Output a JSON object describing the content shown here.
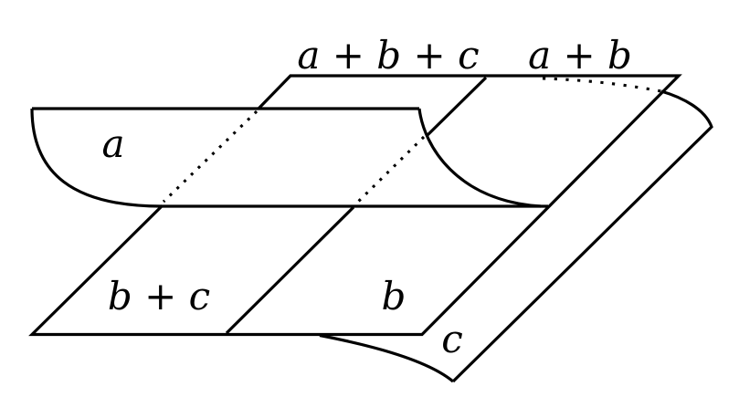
{
  "diagram": {
    "description": "folded sheet diagram with curled edges",
    "colors": {
      "stroke": "#000000",
      "background": "#ffffff"
    },
    "labels": {
      "top_sum_abc": "a + b + c",
      "top_sum_ab": "a + b",
      "curl_a": "a",
      "front_sum_bc": "b + c",
      "front_b": "b",
      "corner_c": "c"
    }
  }
}
